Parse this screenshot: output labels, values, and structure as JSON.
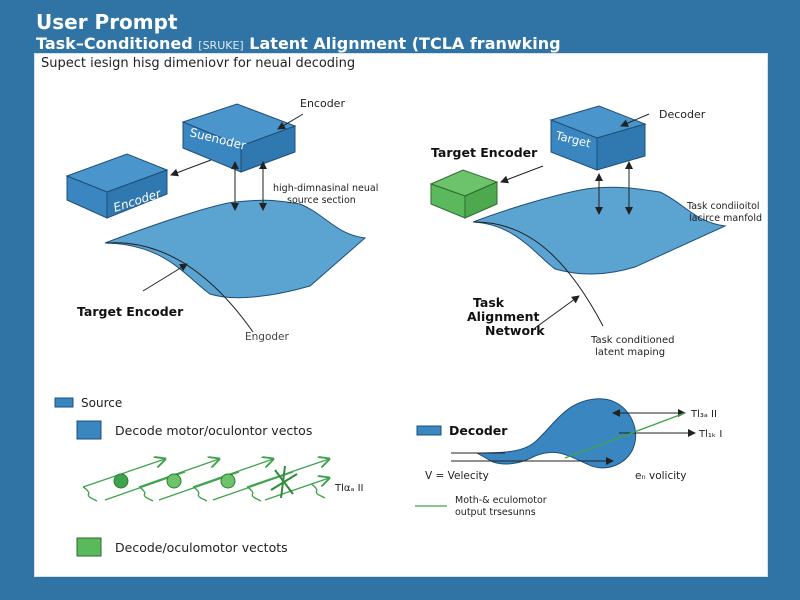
{
  "header": {
    "title": "User Prompt",
    "subtitle_part1": "Task–Conditioned",
    "subtitle_small": "[SRUKE]",
    "subtitle_part2": "Latent Alignment (TCLA franwking"
  },
  "panel": {
    "caption": "Supect iesign hisg dimeniovr for neual decoding"
  },
  "left_diagram": {
    "box_top_label": "Suenoder",
    "box_top_callout": "Encoder",
    "box_left_label": "Encoder",
    "manifold_note_line1": "high-dimnasinal neual",
    "manifold_note_line2": "source section",
    "target_label": "Target Encoder",
    "bottom_label": "Engoder"
  },
  "right_diagram": {
    "box_label": "Target",
    "box_callout": "Decoder",
    "green_box_title": "Target Encoder",
    "manifold_note_line1": "Task condiioitol",
    "manifold_note_line2": "lacirce manfold",
    "network_line1": "Task",
    "network_line2": "Alignment",
    "network_line3": "Network",
    "bottom_line1": "Task conditioned",
    "bottom_line2": "latent maping"
  },
  "legend_left": {
    "source": "Source",
    "decode_motor": "Decode motor/oculontor vectos",
    "trajectory_label": "Tlαₐ II",
    "decode_oculo": "Decode/oculomotor vectots"
  },
  "legend_right": {
    "decoder": "Decoder",
    "out_top": "Tl₃ₐ II",
    "out_mid": "Tl₁ₖ I",
    "velocity_left": "V = Velecity",
    "velocity_right": "eₙ volicity",
    "line_label1": "Moth-& eculomotor",
    "line_label2": "output trsesunns"
  },
  "colors": {
    "background": "#2f74a5",
    "box_blue": "#3a86c0",
    "box_blue_dark": "#2b6ea3",
    "manifold": "#5ba3d0",
    "green": "#5cb85c",
    "arrow_green": "#3fa34d"
  }
}
